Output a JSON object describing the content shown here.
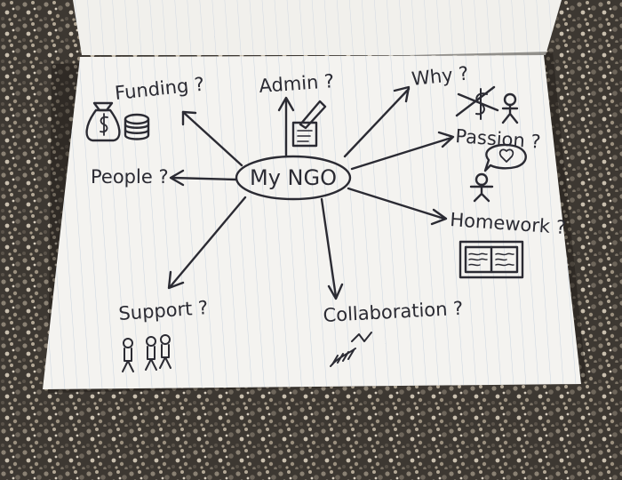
{
  "mindmap": {
    "center": "My NGO",
    "branches": [
      {
        "id": "funding",
        "label": "Funding ?",
        "icon": "money-bag-and-coins"
      },
      {
        "id": "admin",
        "label": "Admin ?",
        "icon": "pen-and-notepad"
      },
      {
        "id": "why",
        "label": "Why ?",
        "icon": "crossed-dollar-and-stick-figure"
      },
      {
        "id": "passion",
        "label": "Passion ?",
        "icon": "heart-speech-bubble-and-figure"
      },
      {
        "id": "people",
        "label": "People ?",
        "icon": ""
      },
      {
        "id": "homework",
        "label": "Homework ?",
        "icon": "open-book"
      },
      {
        "id": "support",
        "label": "Support ?",
        "icon": "group-of-people"
      },
      {
        "id": "collaboration",
        "label": "Collaboration ?",
        "icon": "handshake"
      }
    ]
  },
  "colors": {
    "ink": "#2b2b33",
    "paper": "#f3f2ef",
    "rule": "#b8c6d8",
    "gravel": "#3a3631"
  }
}
